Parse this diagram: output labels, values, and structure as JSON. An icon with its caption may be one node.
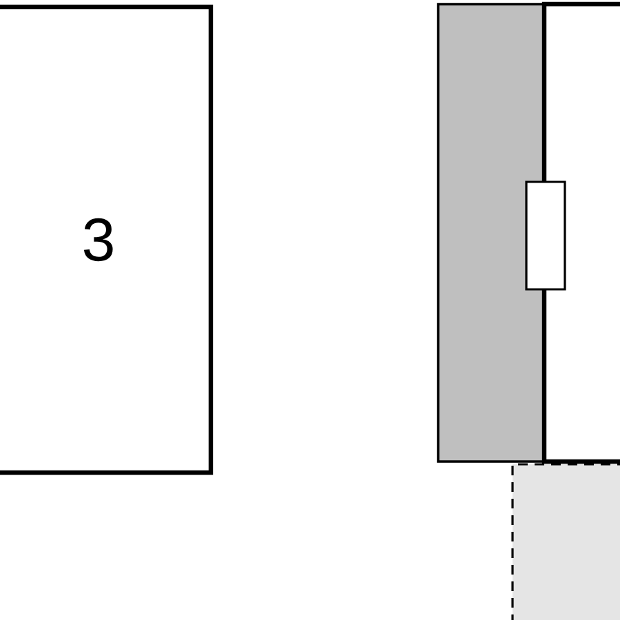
{
  "diagram": {
    "nodes": [
      {
        "text": [
          "3"
        ]
      },
      {
        "text": [],
        "shape": "box"
      },
      {
        "text": [],
        "shape": "box"
      },
      {
        "text": [],
        "shape": "box"
      },
      {
        "text": [],
        "shape": "box"
      }
    ]
  }
}
